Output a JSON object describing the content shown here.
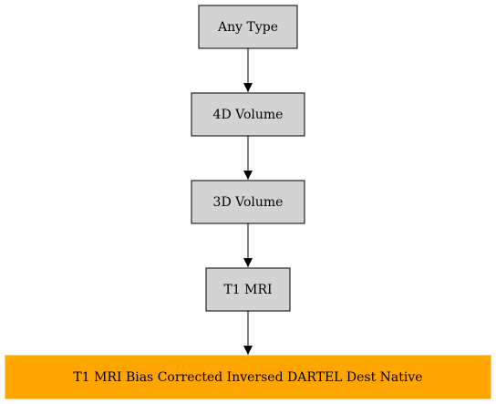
{
  "diagram": {
    "type": "flowchart",
    "direction": "top-to-bottom",
    "nodes": [
      {
        "id": "any_type",
        "label": "Any Type",
        "fill": "#d3d3d3"
      },
      {
        "id": "4d_volume",
        "label": "4D Volume",
        "fill": "#d3d3d3"
      },
      {
        "id": "3d_volume",
        "label": "3D Volume",
        "fill": "#d3d3d3"
      },
      {
        "id": "t1_mri",
        "label": "T1 MRI",
        "fill": "#d3d3d3"
      },
      {
        "id": "t1_mri_bias_corrected",
        "label": "T1 MRI Bias Corrected Inversed DARTEL Dest Native",
        "fill": "#ffa500"
      }
    ],
    "edges": [
      {
        "from": "any_type",
        "to": "4d_volume"
      },
      {
        "from": "4d_volume",
        "to": "3d_volume"
      },
      {
        "from": "3d_volume",
        "to": "t1_mri"
      },
      {
        "from": "t1_mri",
        "to": "t1_mri_bias_corrected"
      }
    ]
  },
  "colors": {
    "node_default": "#d3d3d3",
    "node_highlight": "#ffa500",
    "stroke": "#000000"
  }
}
